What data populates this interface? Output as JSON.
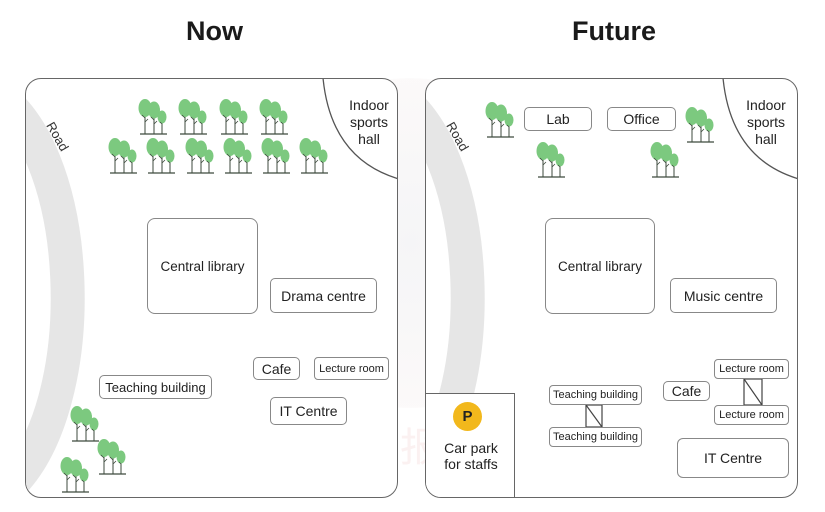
{
  "now": {
    "title": "Now",
    "road": "Road",
    "sports_hall": [
      "Indoor",
      "sports",
      "hall"
    ],
    "central_library": "Central library",
    "drama_centre": "Drama centre",
    "cafe": "Cafe",
    "lecture_room": "Lecture room",
    "teaching_building": "Teaching building",
    "it_centre": "IT Centre"
  },
  "future": {
    "title": "Future",
    "road": "Road",
    "sports_hall": [
      "Indoor",
      "sports",
      "hall"
    ],
    "lab": "Lab",
    "office": "Office",
    "central_library": "Central library",
    "music_centre": "Music centre",
    "cafe": "Cafe",
    "lecture_room_top": "Lecture room",
    "lecture_room_bottom": "Lecture room",
    "teaching_building_top": "Teaching building",
    "teaching_building_bottom": "Teaching building",
    "it_centre": "IT Centre",
    "car_park_symbol": "P",
    "car_park": [
      "Car park",
      "for staffs"
    ]
  },
  "watermark_text": "雅思情报圈",
  "colors": {
    "tree_foliage": "#7cc97f",
    "tree_outline": "#3d4a3d",
    "road": "#e6e6e6",
    "parking": "#f2b81c"
  },
  "icons": {
    "tree": "tree-icon",
    "parking": "parking-icon"
  }
}
